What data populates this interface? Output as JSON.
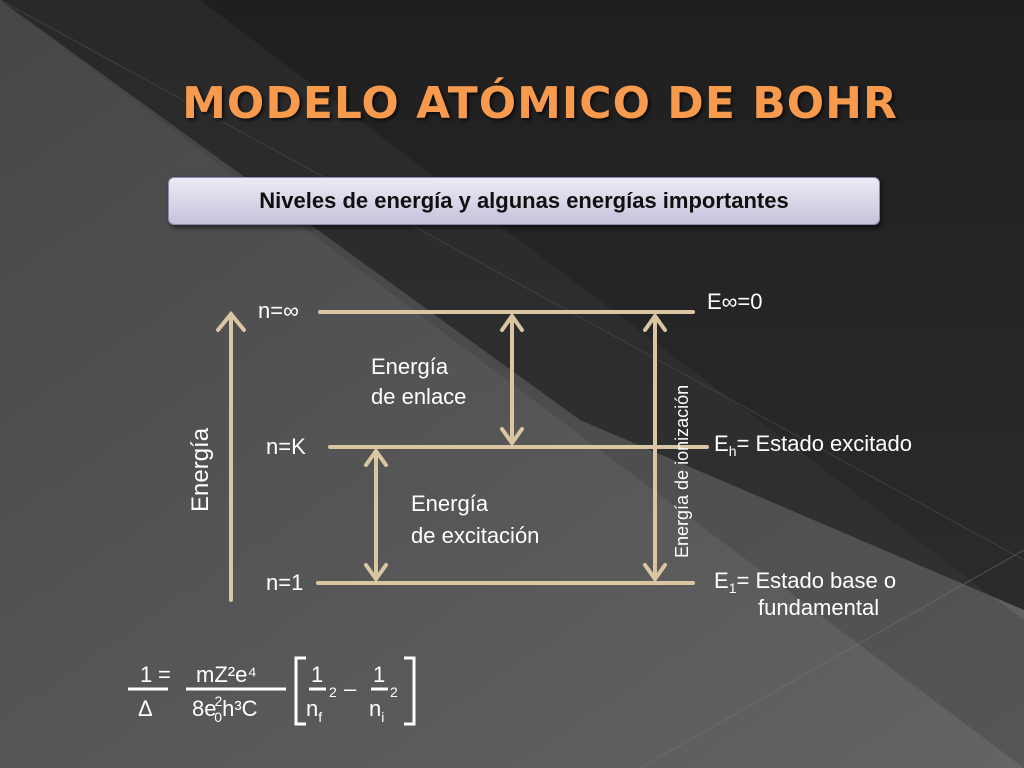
{
  "title": "MODELO ATÓMICO DE BOHR",
  "subtitle": "Niveles de energía y algunas energías importantes",
  "colors": {
    "title": "#f79a4e",
    "lines": "#d9c6a3",
    "text": "#ffffff"
  },
  "axis_label": "Energía",
  "levels": {
    "n_inf": "n=∞",
    "n_k": "n=K",
    "n_1": "n=1"
  },
  "energies": {
    "e_inf": "E∞=0",
    "e_h_main": "E",
    "e_h_sub": "h",
    "e_h_rest": "= Estado excitado",
    "e_1_main": "E",
    "e_1_sub": "1",
    "e_1_rest": "= Estado base o",
    "e_1_rest2": "fundamental"
  },
  "regions": {
    "enlace_line1": "Energía",
    "enlace_line2": "de enlace",
    "excitacion_line1": "Energía",
    "excitacion_line2": "de excitación",
    "ionizacion": "Energía de ionización"
  },
  "formula": {
    "lhs_num": "1",
    "equals": "=",
    "lhs_den": "Δ",
    "mid_num": "mZ²e⁴",
    "mid_den_a": "8e",
    "mid_den_sup": "2",
    "mid_den_sub": "0",
    "mid_den_b": "h³C",
    "t1_num": "1",
    "t1_den": "n",
    "t1_sub": "f",
    "t1_exp": "2",
    "minus": "–",
    "t2_num": "1",
    "t2_den": "n",
    "t2_sub": "i",
    "t2_exp": "2"
  }
}
